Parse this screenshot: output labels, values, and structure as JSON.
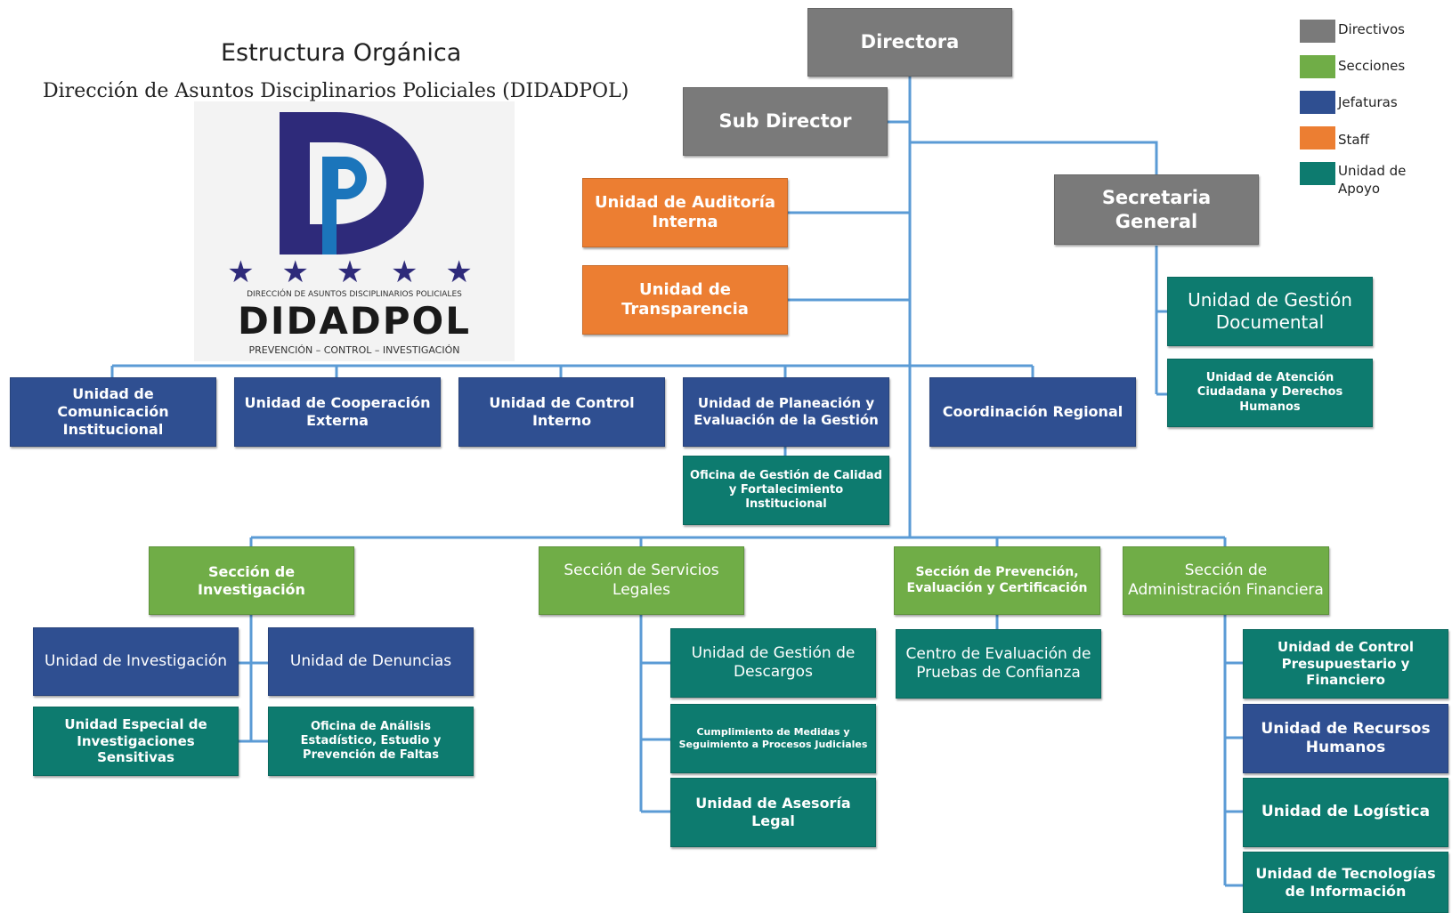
{
  "title": "Estructura Orgánica",
  "subtitle": "Dirección de Asuntos Disciplinarios Policiales (DIDADPOL)",
  "logo": {
    "letter": "D",
    "small_text": "DIRECCIÓN DE ASUNTOS DISCIPLINARIOS POLICIALES",
    "name": "DIDADPOL",
    "tagline": "PREVENCIÓN – CONTROL – INVESTIGACIÓN",
    "stars": "★ ★ ★ ★ ★",
    "colors": {
      "navy": "#2e2a7a",
      "blue": "#1b75bb"
    }
  },
  "legend": [
    {
      "label": "Directivos",
      "color": "#7a7a7a"
    },
    {
      "label": "Secciones",
      "color": "#70ad47"
    },
    {
      "label": "Jefaturas",
      "color": "#2f4f91"
    },
    {
      "label": "Staff",
      "color": "#ec7e32"
    },
    {
      "label": "Unidad de Apoyo",
      "color": "#0d7b6f"
    }
  ],
  "colors": {
    "connector": "#5b9bd5"
  },
  "nodes": {
    "directora": "Directora",
    "sub_director": "Sub Director",
    "secretaria_general": "Secretaria General",
    "auditoria_interna": "Unidad de Auditoría Interna",
    "transparencia": "Unidad de Transparencia",
    "gestion_documental": "Unidad de Gestión Documental",
    "atencion_ciudadana": "Unidad de Atención Ciudadana y Derechos Humanos",
    "comunicacion": "Unidad de Comunicación Institucional",
    "cooperacion": "Unidad de Cooperación Externa",
    "control_interno": "Unidad de Control Interno",
    "planeacion": "Unidad de Planeación y Evaluación de la Gestión",
    "coordinacion_regional": "Coordinación Regional",
    "oficina_calidad": "Oficina de Gestión de Calidad y Fortalecimiento Institucional",
    "seccion_investigacion": "Sección de Investigación",
    "seccion_servicios_legales": "Sección de Servicios Legales",
    "seccion_prevencion": "Sección de Prevención, Evaluación y Certificación",
    "seccion_administracion": "Sección de Administración Financiera",
    "unidad_investigacion": "Unidad de Investigación",
    "unidad_denuncias": "Unidad de Denuncias",
    "unidad_especial": "Unidad Especial de Investigaciones Sensitivas",
    "oficina_analisis": "Oficina de Análisis Estadístico, Estudio y Prevención de Faltas",
    "gestion_descargos": "Unidad de Gestión de Descargos",
    "cumplimiento_medidas": "Cumplimiento de Medidas y Seguimiento a Procesos Judiciales",
    "asesoria_legal": "Unidad de Asesoría Legal",
    "centro_evaluacion": "Centro de Evaluación de Pruebas de Confianza",
    "control_presupuestario": "Unidad de Control Presupuestario y Financiero",
    "recursos_humanos": "Unidad de Recursos Humanos",
    "logistica": "Unidad de Logística",
    "tecnologias": "Unidad de Tecnologías de Información"
  }
}
